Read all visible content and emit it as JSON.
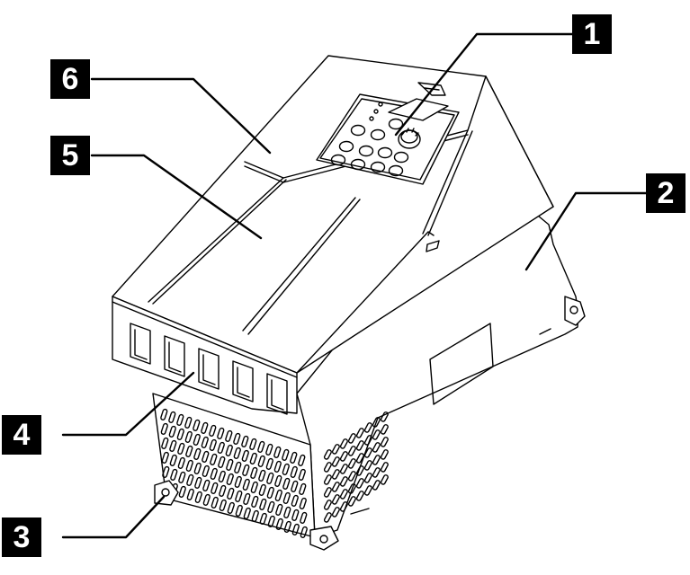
{
  "callouts": [
    {
      "label": "1"
    },
    {
      "label": "2"
    },
    {
      "label": "3"
    },
    {
      "label": "4"
    },
    {
      "label": "5"
    },
    {
      "label": "6"
    }
  ],
  "colors": {
    "line": "#000000",
    "body": "#ffffff",
    "callout_fill": "#000000",
    "callout_text": "#ffffff"
  }
}
